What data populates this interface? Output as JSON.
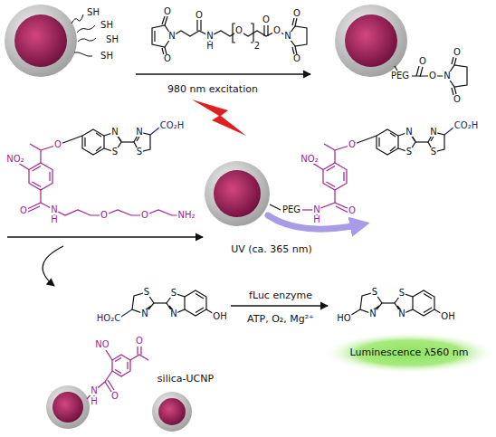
{
  "diagram": {
    "nodes": [
      {
        "text": [
          "Luminescence λ560 nm"
        ]
      }
    ],
    "labels": [
      "SH",
      "SH",
      "SH",
      "SH",
      "O",
      "N",
      "O",
      "O",
      "N",
      "H",
      "O",
      "2",
      "O",
      "O",
      "N",
      "O",
      "O",
      "PEG",
      "O",
      "O",
      "N",
      "O",
      "O",
      "NO₂",
      "O",
      "N",
      "S",
      "N",
      "S",
      "CO₂H",
      "O",
      "N",
      "H",
      "O",
      "O",
      "NH₂",
      "980 nm excitation",
      "PEG",
      "N",
      "H",
      "O",
      "NO₂",
      "O",
      "N",
      "S",
      "N",
      "S",
      "CO₂H",
      "UV (ca. 365 nm)",
      "S",
      "N",
      "HO₂C",
      "S",
      "N",
      "OH",
      "fLuc enzyme",
      "ATP, O₂, Mg²⁺",
      "S",
      "N",
      "HO",
      "S",
      "N",
      "OH",
      "N",
      "H",
      "O",
      "NO",
      "O",
      "silica-UCNP"
    ]
  }
}
